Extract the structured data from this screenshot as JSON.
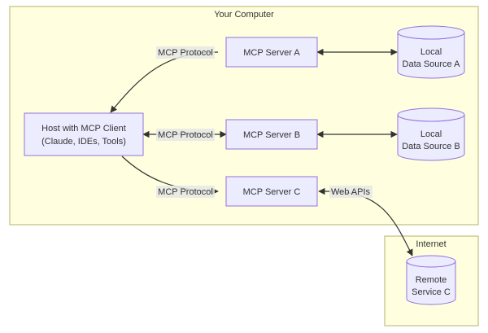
{
  "clusters": {
    "your_computer": "Your Computer",
    "internet": "Internet"
  },
  "nodes": {
    "host_line1": "Host with MCP Client",
    "host_line2": "(Claude, IDEs, Tools)",
    "server_a": "MCP Server A",
    "server_b": "MCP Server B",
    "server_c": "MCP Server C",
    "ds_a_line1": "Local",
    "ds_a_line2": "Data Source A",
    "ds_b_line1": "Local",
    "ds_b_line2": "Data Source B",
    "remote_line1": "Remote",
    "remote_line2": "Service C"
  },
  "edges": {
    "protocol_a": "MCP Protocol",
    "protocol_b": "MCP Protocol",
    "protocol_c": "MCP Protocol",
    "web_apis": "Web APIs"
  },
  "colors": {
    "cluster_fill": "#ffffdf",
    "cluster_stroke": "#b3b36a",
    "node_fill": "#ececff",
    "node_stroke": "#9370db"
  }
}
